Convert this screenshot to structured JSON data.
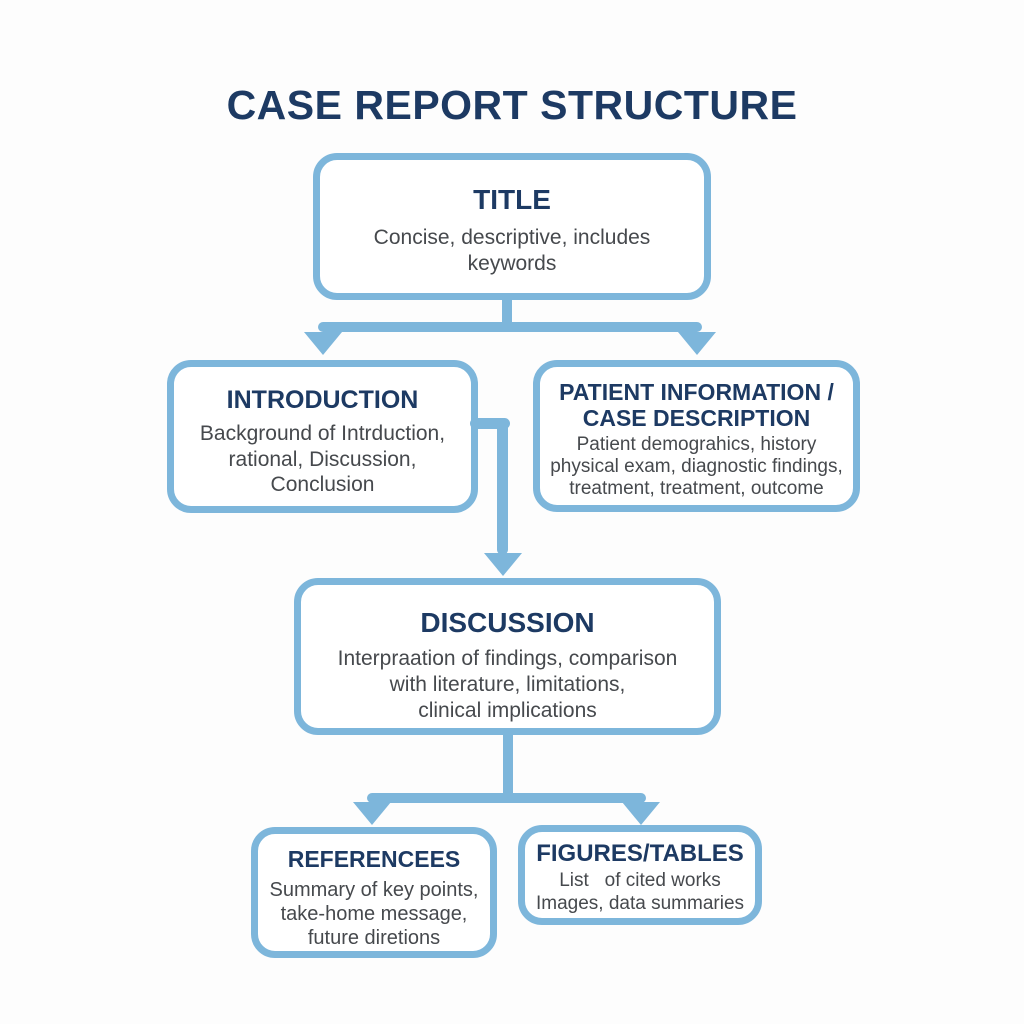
{
  "page_title": "CASE REPORT STRUCTURE",
  "colors": {
    "accent_blue": "#7db6db",
    "heading_navy": "#1d3a63",
    "body_gray": "#46494d",
    "background": "#fdfdfd"
  },
  "nodes": {
    "title": {
      "heading": "TITLE",
      "body": "Concise, descriptive, includes\nkeywords"
    },
    "introduction": {
      "heading": "INTRODUCTION",
      "body": "Background of Intrduction,\nrational, Discussion,\nConclusion"
    },
    "patient": {
      "heading": "PATIENT INFORMATION /\nCASE DESCRIPTION",
      "body": "Patient demograhics, history\nphysical exam, diagnostic findings,\ntreatment, treatment, outcome"
    },
    "discussion": {
      "heading": "DISCUSSION",
      "body": "Interpraation of findings, comparison\nwith literature, limitations,\nclinical implications"
    },
    "references": {
      "heading": "REFERENCEES",
      "body": "Summary of key points,\ntake-home message,\nfuture diretions"
    },
    "figures": {
      "heading": "FIGURES/TABLES",
      "body": "List   of cited works\nImages, data summaries"
    }
  }
}
